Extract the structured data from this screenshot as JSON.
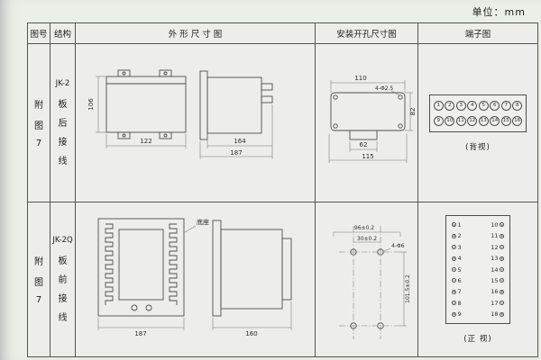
{
  "page": {
    "unit": "单位：mm"
  },
  "headers": {
    "fig": "图号",
    "structure": "结构",
    "outline": "外 形 尺 寸 图",
    "mounting": "安装开孔尺寸图",
    "terminal": "端子图"
  },
  "row1": {
    "fig": [
      "附",
      "图",
      "7"
    ],
    "model": "JK-2",
    "structure": [
      "板",
      "后",
      "接",
      "线"
    ],
    "outline": {
      "front_h": "106",
      "front_w": "122",
      "side_d": "164",
      "side_t": "187"
    },
    "mounting": {
      "width": "110",
      "holes": "4-Φ2.5",
      "height": "82",
      "tab": "62",
      "total": "115"
    },
    "terminal": {
      "top": [
        "1",
        "2",
        "3",
        "4",
        "5",
        "6",
        "7",
        "8"
      ],
      "bottom": [
        "9",
        "10",
        "11",
        "12",
        "13",
        "14",
        "15",
        "16"
      ],
      "caption": "(背视)"
    }
  },
  "row2": {
    "fig": [
      "附",
      "图",
      "7"
    ],
    "model": "JK-2Q",
    "structure": [
      "板",
      "前",
      "接",
      "线"
    ],
    "outline": {
      "front_w": "187",
      "side_d": "160",
      "base_label": "底座"
    },
    "mounting": {
      "width": "96±0.2",
      "inner": "30±0.2",
      "holes": "4-Φ6",
      "height": "101.5±0.2"
    },
    "terminal": {
      "left": [
        "1",
        "2",
        "3",
        "4",
        "5",
        "6",
        "7",
        "8",
        "9"
      ],
      "right": [
        "10",
        "11",
        "12",
        "13",
        "14",
        "15",
        "16",
        "17",
        "18"
      ],
      "caption": "(正 视)"
    }
  }
}
